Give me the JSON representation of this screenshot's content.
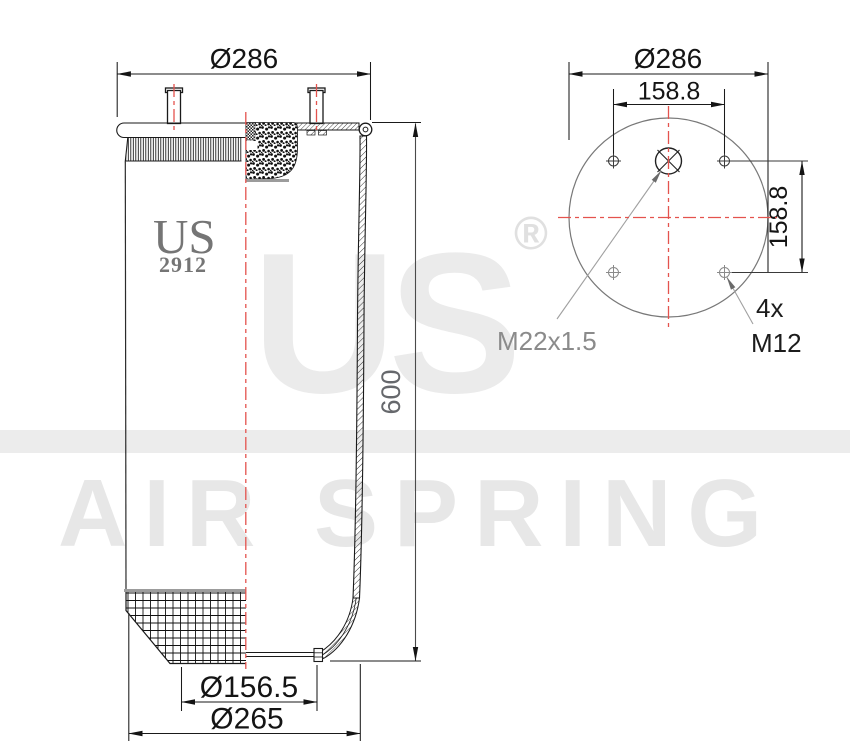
{
  "drawing": {
    "title": "US 2912 air spring technical drawing",
    "side_view": {
      "dim_top_diameter": "Ø286",
      "dim_height": "600",
      "dim_bottom_inner": "Ø156.5",
      "dim_bottom_outer": "Ø265",
      "logo_text": "US",
      "logo_number": "2912"
    },
    "top_view": {
      "dim_diameter": "Ø286",
      "dim_bolt_spacing_horizontal": "158.8",
      "dim_bolt_spacing_vertical": "158.8",
      "air_fitting_thread": "M22x1.5",
      "bolt_count": "4x",
      "bolt_thread": "M12"
    },
    "watermark": {
      "brand": "US",
      "registered": "®",
      "slogan": "AIR SPRING"
    },
    "colors": {
      "centerline_red": "#e4534e",
      "line_black": "#1a1a1a",
      "line_gray": "#808080",
      "label_gray": "#8b8b8b",
      "watermark_gray": "#ebebeb",
      "logo_gray": "#757575",
      "background": "#ffffff"
    }
  }
}
